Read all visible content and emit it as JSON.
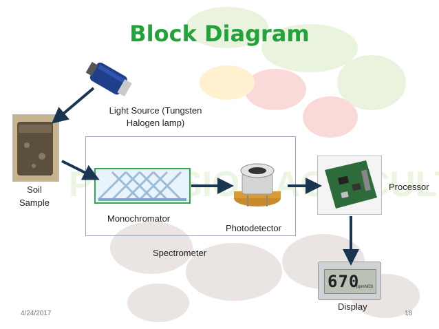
{
  "title": "Block Diagram",
  "nodes": {
    "light_source": "Light Source (Tungsten Halogen lamp)",
    "soil_sample": "Soil Sample",
    "monochromator": "Monochromator",
    "photodetector": "Photodetector",
    "spectrometer": "Spectrometer",
    "processor": "Processor",
    "display": "Display"
  },
  "display_screen": {
    "reading": "670",
    "unit": "ppmNO3"
  },
  "watermark": "PRECISION AGRICULTURE",
  "footer": {
    "date": "4/24/2017",
    "page": "18"
  },
  "colors": {
    "title": "#22a33a",
    "arrow": "#1a3552"
  }
}
